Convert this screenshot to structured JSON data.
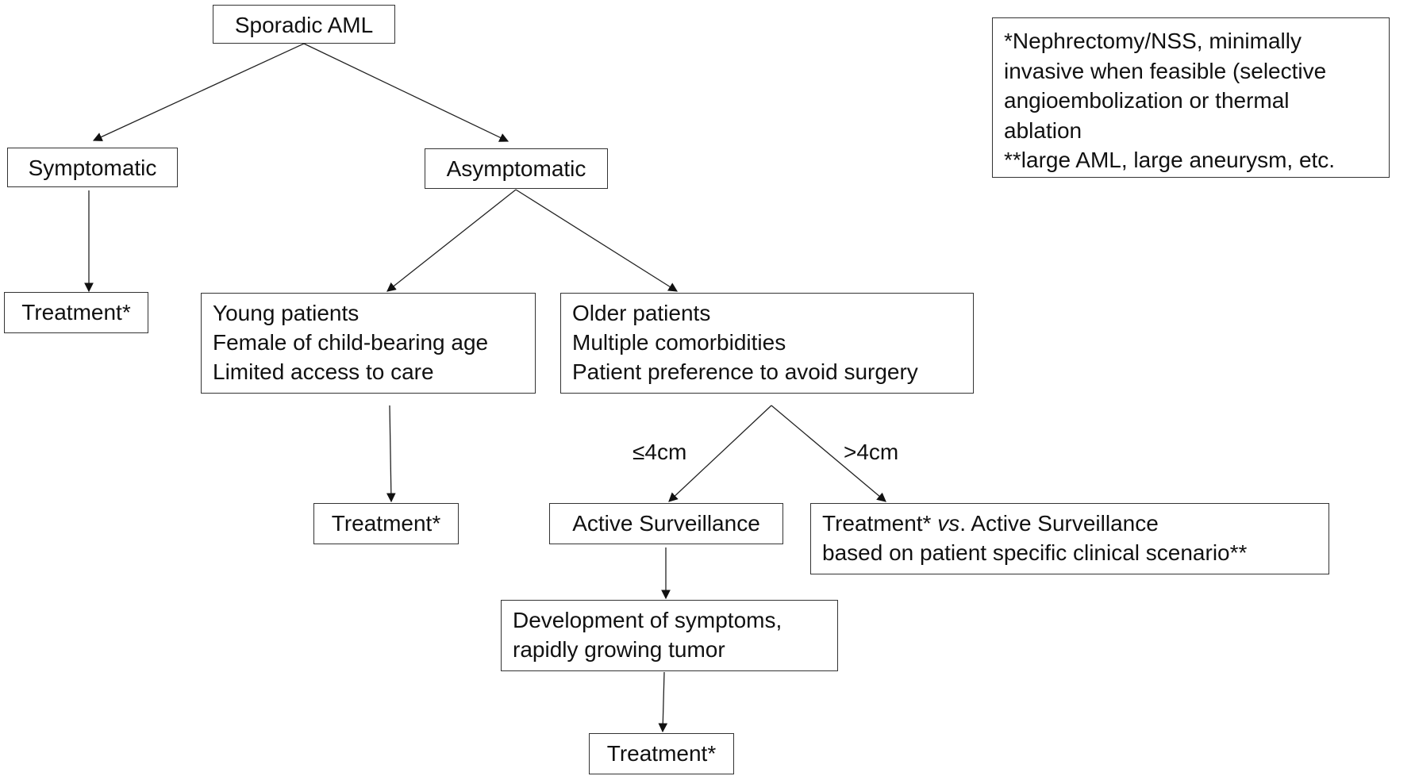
{
  "nodes": {
    "root": "Sporadic AML",
    "symptomatic": "Symptomatic",
    "asymptomatic": "Asymptomatic",
    "treatment_symptomatic": "Treatment*",
    "young": [
      "Young patients",
      "Female of child-bearing age",
      "Limited access to care"
    ],
    "older": [
      "Older patients",
      "Multiple comorbidities",
      "Patient preference to avoid surgery"
    ],
    "treatment_young": "Treatment*",
    "active_surveillance": "Active Surveillance",
    "large_option": {
      "line1_a": "Treatment* ",
      "line1_vs": "vs",
      "line1_b": ". Active Surveillance",
      "line2": "based on patient specific clinical scenario**"
    },
    "development": [
      "Development of symptoms,",
      "rapidly growing tumor"
    ],
    "treatment_final": "Treatment*"
  },
  "edge_labels": {
    "small": "≤4cm",
    "large": ">4cm"
  },
  "footnote": [
    "*Nephrectomy/NSS, minimally",
    "invasive when feasible (selective",
    "angioembolization or thermal",
    "ablation",
    "**large AML, large aneurysm, etc."
  ]
}
